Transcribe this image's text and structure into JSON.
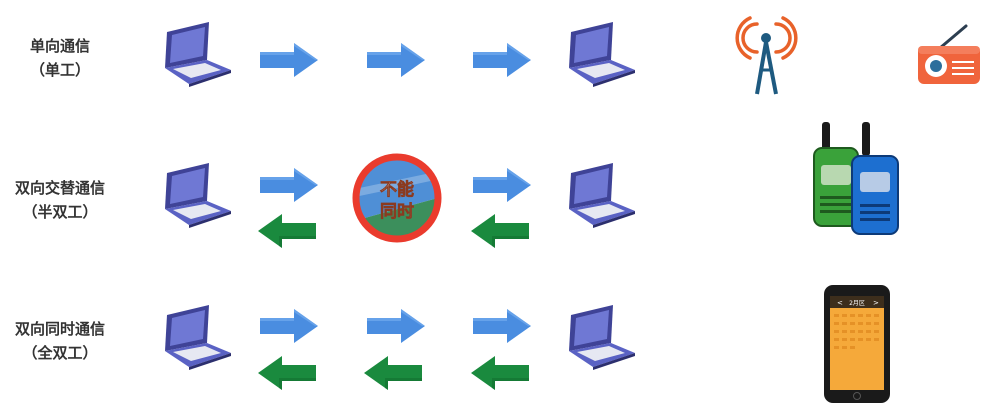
{
  "rows": [
    {
      "title": "单向通信",
      "subtitle": "（单工）"
    },
    {
      "title": "双向交替通信",
      "subtitle": "（半双工）"
    },
    {
      "title": "双向同时通信",
      "subtitle": "（全双工）"
    }
  ],
  "badge": {
    "line1": "不能",
    "line2": "同时"
  },
  "phone": {
    "header": "2月区",
    "prev": "<",
    "next": ">"
  },
  "colors": {
    "forward_arrow": "#4a8de0",
    "backward_arrow": "#1a8a3e",
    "laptop": "#4a52b8",
    "antenna": "#e8622a",
    "radio": "#f0643c",
    "badge_ring": "#ea3b2d"
  },
  "icons": [
    "laptop-icon",
    "antenna-icon",
    "radio-icon",
    "walkie-talkie-icon",
    "smartphone-icon",
    "no-simultaneous-badge"
  ]
}
